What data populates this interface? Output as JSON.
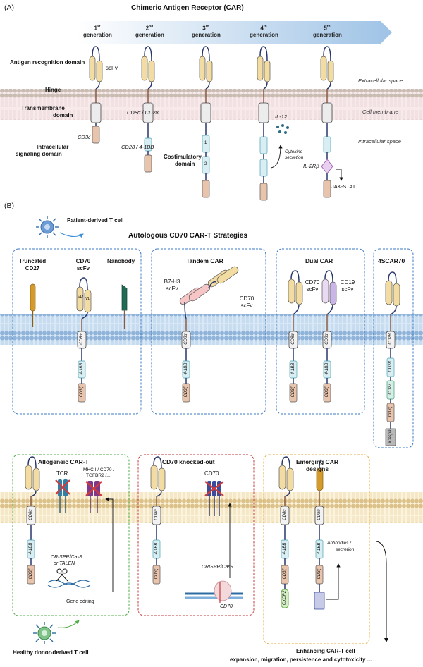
{
  "panel_a": {
    "label": "(A)",
    "title": "Chimeric Antigen Receptor (CAR)",
    "generations": [
      {
        "num": "1",
        "suffix": "st",
        "word": "generation"
      },
      {
        "num": "2",
        "suffix": "nd",
        "word": "generation"
      },
      {
        "num": "3",
        "suffix": "rd",
        "word": "generation"
      },
      {
        "num": "4",
        "suffix": "th",
        "word": "generation"
      },
      {
        "num": "5",
        "suffix": "th",
        "word": "generation"
      }
    ],
    "left_labels": {
      "antigen": "Antigen recognition domain",
      "hinge": "Hinge",
      "tm1": "Transmembrane",
      "tm2": "domain",
      "intra1": "Intracellular",
      "intra2": "signaling domain"
    },
    "right_labels": {
      "extra": "Extracellular space",
      "membrane": "Cell membrane",
      "intra": "Intracellular space"
    },
    "annotations": {
      "scfv": "scFv",
      "cd8a_cd28": "CD8α / CD28",
      "cd3z": "CD3ζ",
      "cd28_41bb": "CD28 / 4-1BB",
      "costim1": "Costimulatory",
      "costim2": "domain",
      "num1": "1",
      "num2": "2",
      "il12": "IL-12 ...",
      "cytokine1": "Cytokine",
      "cytokine2": "secretion",
      "il2rb": "IL-2Rβ",
      "jakstat": "JAK-STAT"
    }
  },
  "panel_b": {
    "label": "(B)",
    "patient": "Patient-derived T cell",
    "title": "Autologous CD70 CAR-T Strategies",
    "box1": {
      "truncated1": "Truncated",
      "truncated2": "CD27",
      "cd70a": "CD70",
      "cd70b": "scFv",
      "nanobody": "Nanobody",
      "vh": "VH",
      "vl": "VL"
    },
    "box2": {
      "title": "Tandem CAR",
      "b7a": "B7-H3",
      "b7b": "scFv",
      "cd70a": "CD70",
      "cd70b": "scFv"
    },
    "box3": {
      "title": "Dual CAR",
      "cd70a": "CD70",
      "cd70b": "scFv",
      "cd19a": "CD19",
      "cd19b": "scFv"
    },
    "box4": {
      "title": "4SCAR70",
      "casp9": "iCasp9"
    },
    "domain_labels": {
      "cd8a": "CD8α",
      "bb": "4-1BB",
      "cd3z": "CD3ζ",
      "cd28": "CD28",
      "cd27": "CD27",
      "cxcr2": "CXCR2"
    },
    "box5": {
      "title": "Allogeneic CAR-T",
      "tcr": "TCR",
      "mhc1": "MHC I / CD70 /",
      "mhc2": "TGFBR2 /...",
      "crispr1": "CRISPR/Cas9",
      "crispr2": "or TALEN",
      "gene_editing": "Gene editing"
    },
    "box6": {
      "title": "CD70 knocked-out",
      "cd70": "CD70",
      "crispr": "CRISPR/Cas9",
      "gene": "CD70"
    },
    "box7": {
      "title1": "Emerging CAR",
      "title2": "designs",
      "anti1": "Antibodies / ...",
      "anti2": "secretion"
    },
    "healthy": "Healthy donor-derived T cell",
    "enh1": "Enhancing CAR-T cell",
    "enh2": "expansion, migration, persistence and cytotoxicity ..."
  },
  "colors": {
    "membrane_blue": "#c5dcf0",
    "membrane_lipid_blue": "#7fa6cf",
    "membrane_tan": "#f4e7c4",
    "membrane_lipid_tan": "#c9a96a",
    "membrane_pink": "#f3e0e3",
    "scfv": "#f3dca2",
    "box_blue": "#3a79c3",
    "box_green": "#4fae45",
    "box_red": "#c43a3a",
    "box_orange": "#e6a93a"
  }
}
